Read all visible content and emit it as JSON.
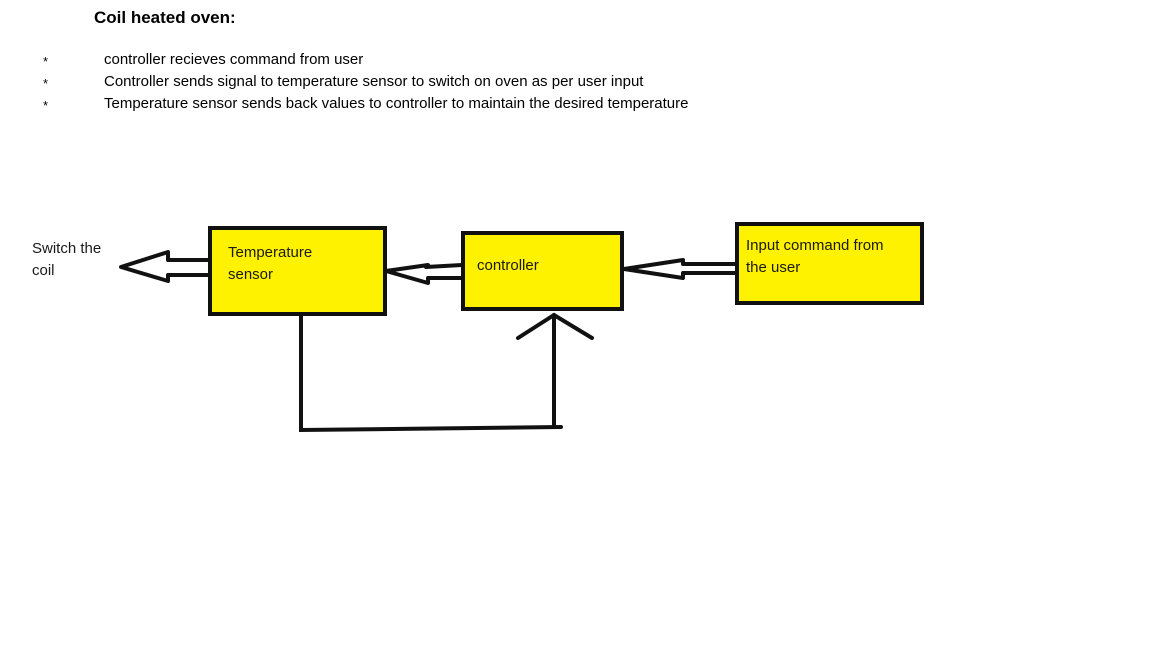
{
  "title": "Coil heated oven:",
  "bullets": [
    {
      "mark": "*",
      "text": "controller recieves command from user"
    },
    {
      "mark": "*",
      "text": "Controller sends signal to temperature sensor to switch on oven as per user input"
    },
    {
      "mark": "*",
      "text": "Temperature sensor sends back values to controller to maintain the desired temperature"
    }
  ],
  "diagram": {
    "output_label_line1": "Switch the",
    "output_label_line2": "coil",
    "sensor_line1": "Temperature",
    "sensor_line2": "sensor",
    "controller": "controller",
    "input_line1": "Input command from",
    "input_line2": "the user",
    "box_fill": "#fff200",
    "stroke": "#111111"
  }
}
